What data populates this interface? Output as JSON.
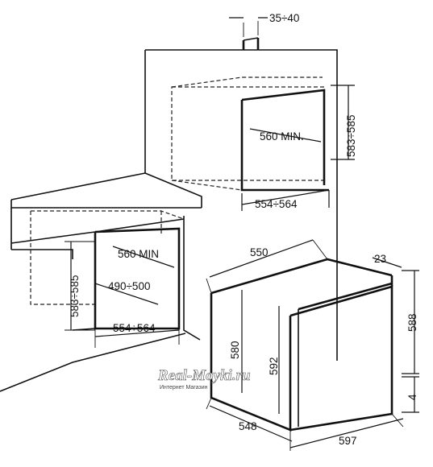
{
  "dimensions": {
    "top_gap": "35÷40",
    "upper_height": "583÷585",
    "upper_depth": "560 MIN.",
    "upper_width": "554÷564",
    "lower_depth": "560 MIN",
    "lower_height": "583÷585",
    "lower_inner_depth": "490÷500",
    "lower_width": "554÷564",
    "oven_depth_top": "550",
    "oven_front_offset": "23",
    "oven_height_right": "588",
    "oven_body_height": "580",
    "oven_front_height": "592",
    "oven_foot": "4",
    "oven_depth_bottom": "548",
    "oven_width": "597"
  },
  "watermark": {
    "brand": "Real-Moyki.ru",
    "subtitle": "Интернет Магазин"
  }
}
